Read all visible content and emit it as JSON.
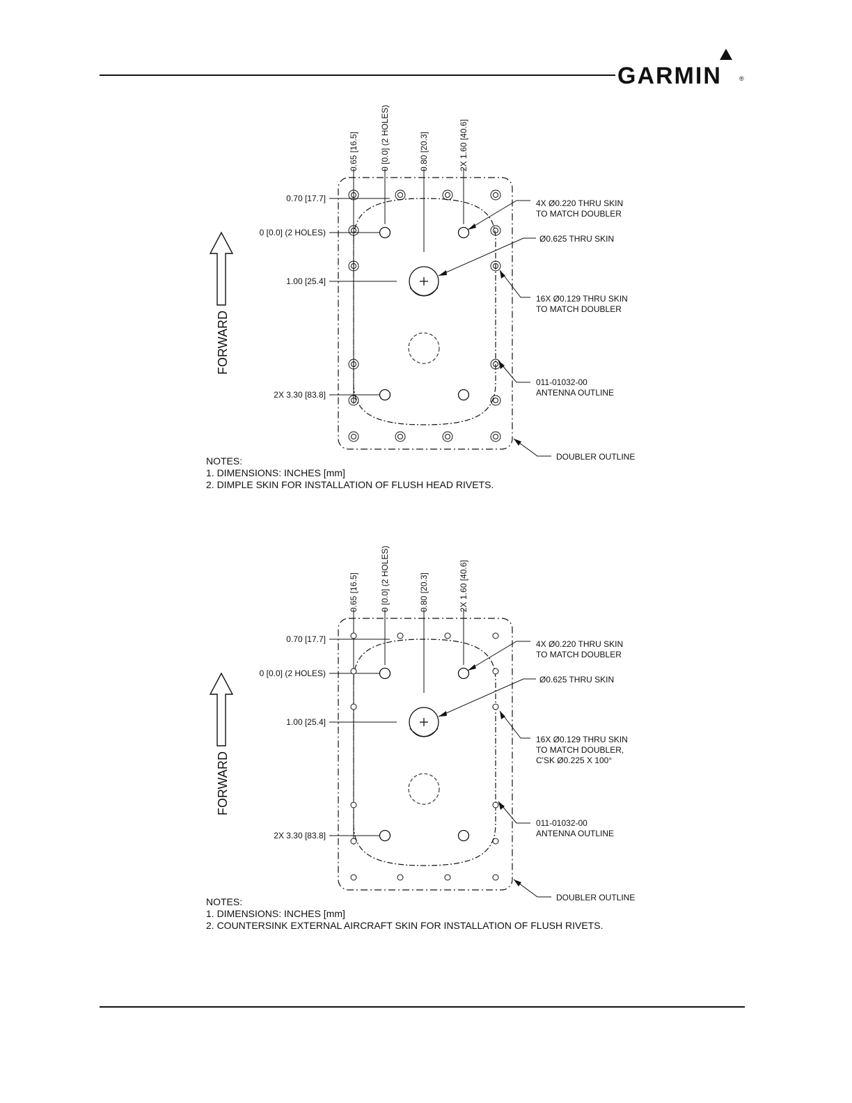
{
  "header": {
    "logo_text": "GARMIN",
    "logo_mark": "®"
  },
  "drawings": [
    {
      "vertical_dims": [
        "0.65 [16.5]",
        "0 [0.0] (2 HOLES)",
        "0.80 [20.3]",
        "2X 1.60 [40.6]"
      ],
      "horizontal_dims": [
        "0.70 [17.7]",
        "0 [0.0] (2 HOLES)",
        "1.00 [25.4]",
        "2X 3.30 [83.8]"
      ],
      "forward_label": "FORWARD",
      "callouts": {
        "large_holes": [
          "4X Ø0.220 THRU SKIN",
          "TO MATCH DOUBLER"
        ],
        "center_hole": [
          "Ø0.625 THRU SKIN"
        ],
        "rivet_holes": [
          "16X Ø0.129 THRU SKIN",
          "TO MATCH DOUBLER"
        ],
        "antenna": [
          "011-01032-00",
          "ANTENNA OUTLINE"
        ],
        "doubler": [
          "DOUBLER OUTLINE"
        ]
      },
      "rivet_style": "dimpled",
      "notes": {
        "heading": "NOTES:",
        "items": [
          "1. DIMENSIONS: INCHES [mm]",
          "2. DIMPLE SKIN FOR INSTALLATION OF FLUSH HEAD RIVETS."
        ]
      }
    },
    {
      "vertical_dims": [
        "0.65 [16.5]",
        "0 [0.0] (2 HOLES)",
        "0.80 [20.3]",
        "2X 1.60 [40.6]"
      ],
      "horizontal_dims": [
        "0.70 [17.7]",
        "0 [0.0] (2 HOLES)",
        "1.00 [25.4]",
        "2X 3.30 [83.8]"
      ],
      "forward_label": "FORWARD",
      "callouts": {
        "large_holes": [
          "4X Ø0.220 THRU SKIN",
          "TO MATCH DOUBLER"
        ],
        "center_hole": [
          "Ø0.625 THRU SKIN"
        ],
        "rivet_holes": [
          "16X Ø0.129 THRU SKIN",
          "TO MATCH DOUBLER,",
          "C'SK Ø0.225 X 100°"
        ],
        "antenna": [
          "011-01032-00",
          "ANTENNA OUTLINE"
        ],
        "doubler": [
          "DOUBLER OUTLINE"
        ]
      },
      "rivet_style": "countersunk",
      "notes": {
        "heading": "NOTES:",
        "items": [
          "1. DIMENSIONS: INCHES [mm]",
          "2. COUNTERSINK EXTERNAL AIRCRAFT SKIN FOR INSTALLATION OF FLUSH RIVETS."
        ]
      }
    }
  ]
}
